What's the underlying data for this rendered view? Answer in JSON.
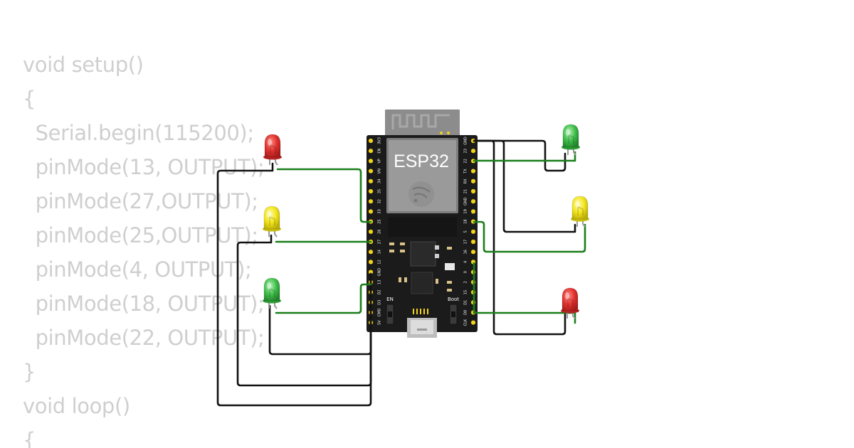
{
  "code": {
    "lines": [
      "void setup()",
      "{",
      "  Serial.begin(115200);",
      "  pinMode(13, OUTPUT);",
      "  pinMode(27,OUTPUT);",
      "  pinMode(25,OUTPUT);",
      "  pinMode(4, OUTPUT);",
      "  pinMode(18, OUTPUT);",
      "  pinMode(22, OUTPUT);",
      "}",
      "void loop()",
      "{"
    ]
  },
  "board": {
    "chip_label": "ESP32",
    "en_label": "EN",
    "boot_label": "Boot",
    "left_pins": [
      "3V3",
      "EN",
      "VP",
      "VN",
      "34",
      "35",
      "32",
      "33",
      "25",
      "26",
      "27",
      "14",
      "12",
      "GND",
      "13",
      "D2",
      "D3",
      "CMD",
      "5V"
    ],
    "right_pins": [
      "GND",
      "23",
      "22",
      "TX",
      "RX",
      "21",
      "GND",
      "19",
      "18",
      "5",
      "17",
      "16",
      "4",
      "0",
      "2",
      "15",
      "D1",
      "D0",
      "CLK"
    ]
  },
  "leds": [
    {
      "name": "led-red-left",
      "color": "red"
    },
    {
      "name": "led-yellow-left",
      "color": "yellow"
    },
    {
      "name": "led-green-left",
      "color": "green"
    },
    {
      "name": "led-green-right",
      "color": "green"
    },
    {
      "name": "led-yellow-right",
      "color": "yellow"
    },
    {
      "name": "led-red-right",
      "color": "red"
    }
  ],
  "colors": {
    "code_text": "#cfcfcf",
    "board": "#1b1b1b",
    "pin_header": "#f2d21b",
    "wire_signal": "#1a7f1a",
    "wire_ground": "#111111",
    "led_red": "#e0322f",
    "led_yellow": "#f2e51b",
    "led_green": "#3fbf4a"
  }
}
